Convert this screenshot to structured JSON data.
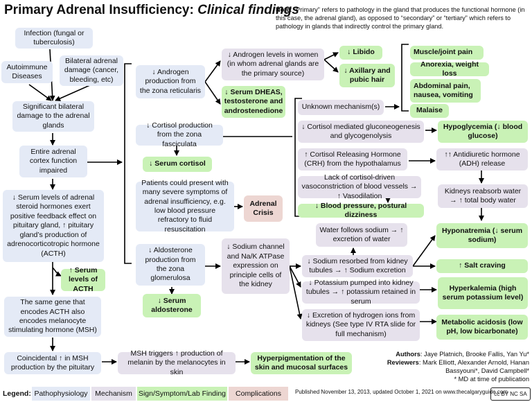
{
  "title": {
    "main": "Primary Adrenal Insufficiency:",
    "sub": "Clinical findings"
  },
  "note": {
    "prefix": "Note: ",
    "text": "“Primary” refers to pathology in the gland that produces the functional hormone (in this case, the adrenal gland), as opposed to “secondary” or “tertiary” which refers to pathology in glands that indirectly control the primary gland."
  },
  "boxes": {
    "infection": "Infection (fungal or tuberculosis)",
    "autoimmune": "Autoimmune Diseases",
    "bilateral_damage": "Bilateral adrenal damage (cancer, bleeding, etc)",
    "significant_damage": "Significant bilateral damage to the adrenal glands",
    "entire_cortex": "Entire adrenal cortex function impaired",
    "serum_levels": "↓ Serum levels of adrenal steroid hormones exert positive feedback effect on pituitary gland, ↑ pituitary gland’s production of adrenocorticotropic hormone (ACTH)",
    "serum_acth": "↑ Serum levels of ACTH",
    "same_gene": "The same gene that encodes ACTH also encodes melanocyte stimulating hormone (MSH)",
    "coincidental_msh": "Coincidental ↑ in MSH production by the pituitary",
    "msh_triggers": "MSH triggers ↑ production of melanin by the melanocytes in skin",
    "hyperpigmentation": "Hyperpigmentation of the skin and mucosal surfaces",
    "androgen_production": "↓ Androgen production from the zona reticularis",
    "androgen_women": "↓ Androgen levels in women (in whom adrenal glands are the primary source)",
    "serum_dheas": "↓ Serum DHEAS, testosterone and androstenedione",
    "libido": "↓ Libido",
    "axillary_hair": "↓ Axillary and pubic hair",
    "muscle_joint": "Muscle/joint pain",
    "anorexia": "Anorexia, weight loss",
    "abdominal": "Abdominal pain, nausea, vomiting",
    "malaise": "Malaise",
    "unknown": "Unknown mechanism(s)",
    "cortisol_production": "↓ Cortisol production from the zona fasciculata",
    "serum_cortisol": "↓ Serum cortisol",
    "cortisol_gluco": "↓ Cortisol mediated gluconeogenesis and glycogenolysis",
    "hypoglycemia": "Hypoglycemia (↓ blood glucose)",
    "crh": "↑ Cortisol Releasing Hormone (CRH) from the hypothalamus",
    "adh": "↑↑ Antidiuretic hormone (ADH) release",
    "lack_cortisol": "Lack of cortisol-driven vasoconstriction of blood vessels → ↑ Vasodilation",
    "bp": "↓ Blood pressure, postural dizziness",
    "kidney_water": "Kidneys reabsorb water → ↑ total body water",
    "patients_could": "Patients could present with many severe symptoms of adrenal insufficiency, e.g. low blood pressure refractory to fluid resuscitation",
    "adrenal_crisis": "Adrenal Crisis",
    "water_follows": "Water follows sodium → ↑ excretion of water",
    "hyponatremia": "Hyponatremia (↓ serum sodium)",
    "aldosterone_production": "↓ Aldosterone production from the zona glomerulosa",
    "serum_aldosterone": "↓ Serum aldosterone",
    "sodium_channel": "↓ Sodium channel and Na/K ATPase expression on principle cells of the kidney",
    "sodium_resorbed": "↓ Sodium resorbed from kidney tubules → ↑ Sodium excretion",
    "salt_craving": "↑ Salt craving",
    "potassium": "↓ Potassium pumped into kidney tubules → ↑ potassium retained in serum",
    "hyperkalemia": "Hyperkalemia (high serum potassium level)",
    "excretion_h": "↓ Excretion of hydrogen ions from kidneys (See type IV RTA slide for full mechanism)",
    "metabolic_acidosis": "Metabolic acidosis (low pH, low bicarbonate)"
  },
  "authors": {
    "authors_label": "Authors",
    "authors": ": Jaye Platnich, Brooke Fallis, Yan Yu*",
    "reviewers_label": "Reviewers",
    "reviewers": ": Mark Elliott, Alexander Arnold, Hanan Bassyouni*, David Campbell*",
    "md_note": "* MD at time of publication"
  },
  "legend": {
    "title": "Legend:",
    "patho": "Pathophysiology",
    "mech": "Mechanism",
    "sign": "Sign/Symptom/Lab Finding",
    "comp": "Complications",
    "published": "Published November 13, 2013, updated October 1, 2021 on www.thecalgaryguide.com",
    "cc": "cc BY NC SA"
  },
  "colors": {
    "pathophysiology": "#e4eaf6",
    "mechanism": "#e6e1ec",
    "sign": "#c9f2b6",
    "complication": "#edd6d2"
  }
}
